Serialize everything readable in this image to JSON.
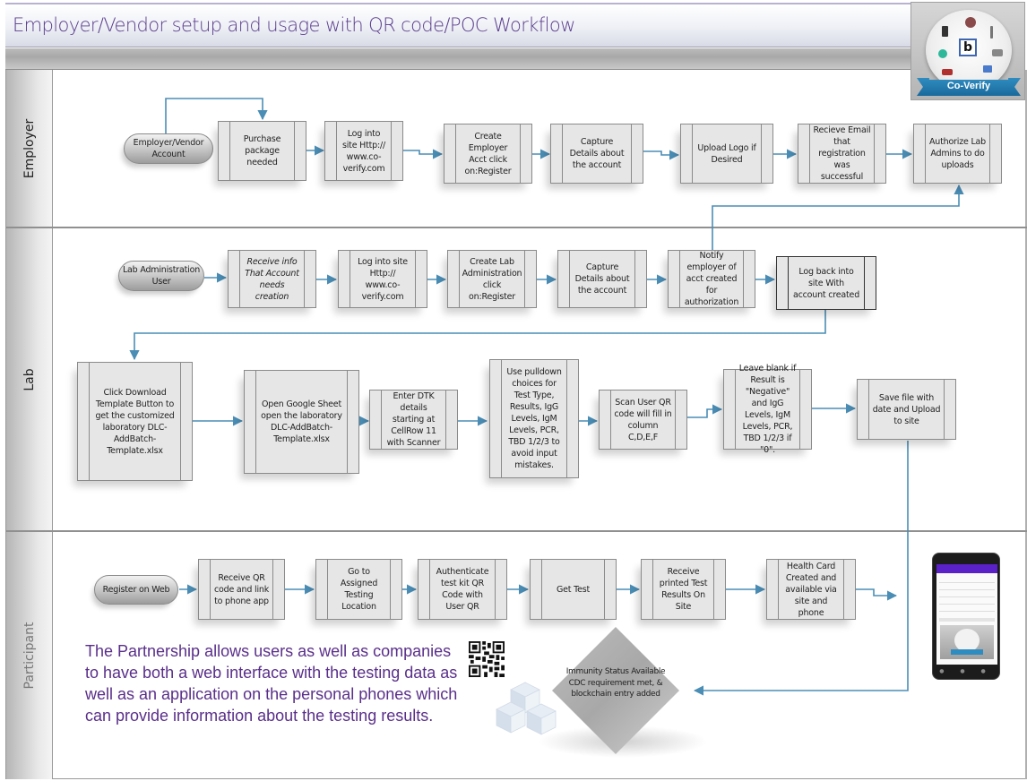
{
  "header": {
    "title": "Employer/Vendor setup and usage with QR code/POC Workflow"
  },
  "logo": {
    "brand": "Co-Verify",
    "center_glyph": "b",
    "colors": {
      "ribbon": "#1f78ad",
      "frame": "#3f66b0"
    }
  },
  "lanes": [
    {
      "label": "Employer"
    },
    {
      "label": "Lab"
    },
    {
      "label": "Participant"
    }
  ],
  "employer": {
    "start": "Employer/Vendor Account",
    "steps": [
      "Purchase package needed",
      "Log into site Http:// www.co-verify.com",
      "Create Employer Acct click on:Register",
      "Capture Details about the account",
      "Upload Logo if Desired",
      "Recieve Email that registration was successful",
      "Authorize Lab Admins to do uploads"
    ]
  },
  "lab": {
    "start": "Lab Administration User",
    "steps_row1": [
      "Receive info That Account needs creation",
      "Log into site Http:// www.co-verify.com",
      "Create Lab Administration click on:Register",
      "Capture Details about the account",
      "Notify employer of acct created for authorization",
      "Log back into site With account created"
    ],
    "steps_row2": [
      "Click Download Template Button to get the customized laboratory DLC-AddBatch-Template.xlsx",
      "Open Google Sheet open the laboratory DLC-AddBatch-Template.xlsx",
      "Enter DTK details starting at CellRow 11 with Scanner",
      "Use pulldown choices for Test Type, Results, IgG Levels, IgM Levels, PCR, TBD 1/2/3 to avoid input mistakes.",
      "Scan User QR code will fill in column C,D,E,F",
      "Leave blank if Result is \"Negative\" and IgG Levels, IgM Levels, PCR, TBD 1/2/3 if \"0\".",
      "Save file with date and Upload to site"
    ]
  },
  "participant": {
    "start": "Register on Web",
    "steps": [
      "Receive QR code and link to phone app",
      "Go to Assigned Testing Location",
      "Authenticate test kit QR Code with User QR",
      "Get Test",
      "Receive printed Test Results On Site",
      "Health Card Created and available via site and phone"
    ],
    "decision": "Immunity Status Available CDC requirement met, & blockchain entry added",
    "description": "The Partnership allows users as well as companies to have both a web interface with the testing data as well as an application on the personal phones which can provide information about the testing results."
  },
  "colors": {
    "connector": "#4a8db5",
    "title_text": "#5a3c8c",
    "description_text": "#5a2f8a",
    "phone_status_bar": "#5b21c8"
  }
}
